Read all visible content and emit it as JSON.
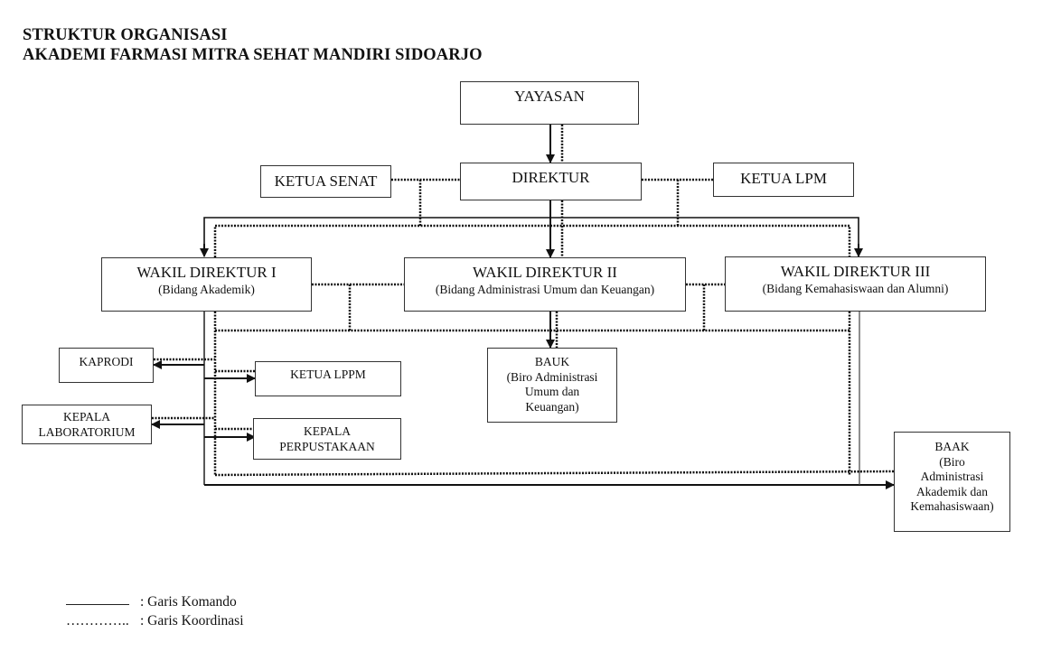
{
  "header": {
    "title_line1": "STRUKTUR ORGANISASI",
    "title_line2": "AKADEMI FARMASI MITRA SEHAT MANDIRI SIDOARJO"
  },
  "nodes": {
    "yayasan": {
      "title": "YAYASAN"
    },
    "direktur": {
      "title": "DIREKTUR"
    },
    "ketua_senat": {
      "title": "KETUA SENAT"
    },
    "ketua_lpm": {
      "title": "KETUA LPM"
    },
    "wadir1": {
      "title": "WAKIL DIREKTUR I",
      "subtitle": "(Bidang Akademik)"
    },
    "wadir2": {
      "title": "WAKIL DIREKTUR II",
      "subtitle": "(Bidang Administrasi Umum dan Keuangan)"
    },
    "wadir3": {
      "title": "WAKIL DIREKTUR III",
      "subtitle": "(Bidang Kemahasiswaan dan Alumni)"
    },
    "kaprodi": {
      "title": "KAPRODI"
    },
    "ketua_lppm": {
      "title": "KETUA LPPM"
    },
    "kepala_lab": {
      "lines": [
        "KEPALA",
        "LABORATORIUM"
      ]
    },
    "kepala_perpus": {
      "lines": [
        "KEPALA",
        "PERPUSTAKAAN"
      ]
    },
    "bauk": {
      "lines": [
        "BAUK",
        "(Biro Administrasi",
        "Umum dan",
        "Keuangan)"
      ]
    },
    "baak": {
      "lines": [
        "BAAK",
        "(Biro",
        "Administrasi",
        "Akademik dan",
        "Kemahasiswaan)"
      ]
    }
  },
  "legend": {
    "command_symbol": "________",
    "command_label": ": Garis Komando",
    "coordination_symbol": "…………..",
    "coordination_label": ": Garis Koordinasi"
  }
}
